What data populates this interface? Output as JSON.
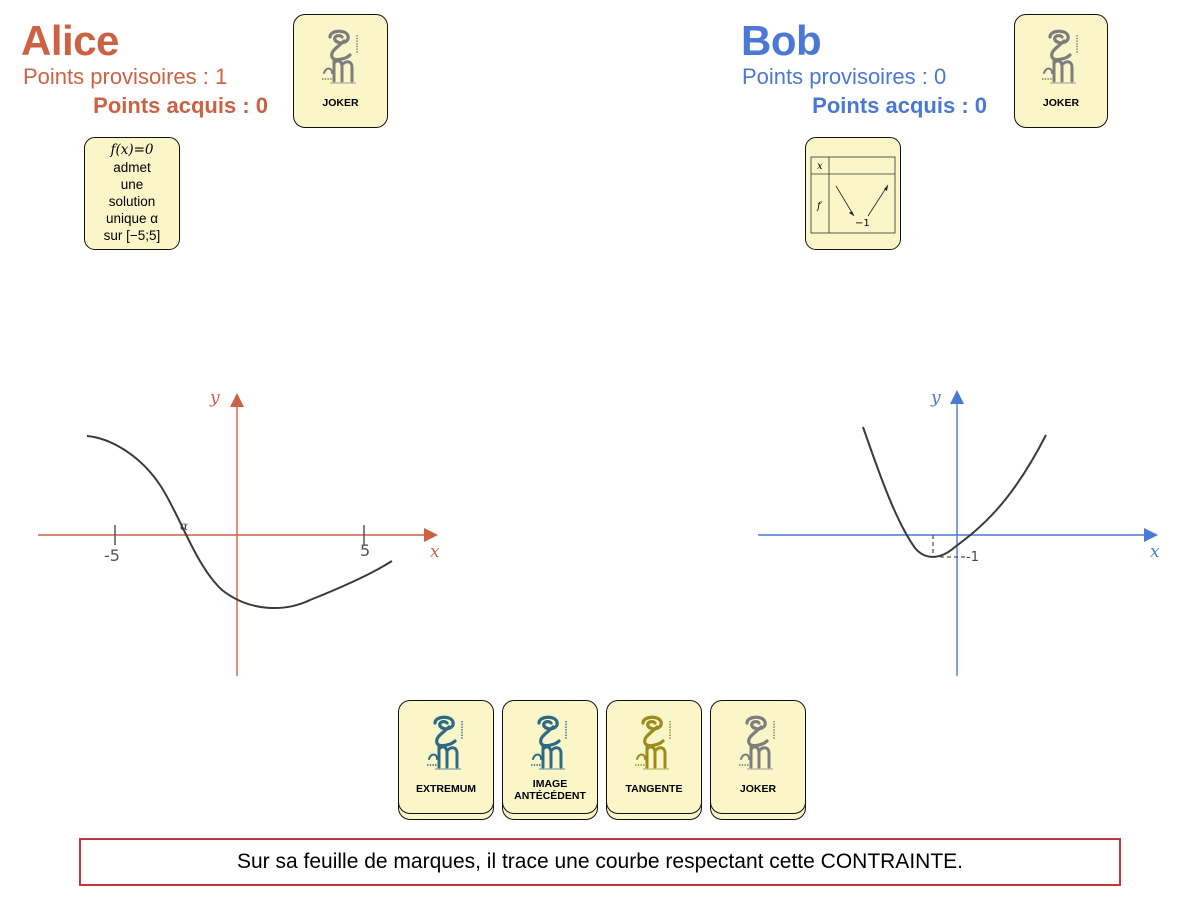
{
  "alice": {
    "name": "Alice",
    "provisional_label": "Points provisoires : 1",
    "acquired_label": "Points acquis : 0",
    "color": "#cc6244",
    "joker_card": {
      "label": "JOKER"
    },
    "constraint_card": {
      "lines": [
        "f(x)=0",
        "admet",
        "une",
        "solution",
        "unique α",
        "sur [−5;5]"
      ]
    },
    "graph": {
      "x_axis_label": "x",
      "y_axis_label": "y",
      "tick_neg": "-5",
      "tick_pos": "5",
      "root_label": "α"
    }
  },
  "bob": {
    "name": "Bob",
    "provisional_label": "Points provisoires : 0",
    "acquired_label": "Points acquis : 0",
    "color": "#4a78d4",
    "joker_card": {
      "label": "JOKER"
    },
    "variation_card": {
      "row_x": "x",
      "row_f": "f",
      "min_value": "−1"
    },
    "graph": {
      "x_axis_label": "x",
      "y_axis_label": "y",
      "min_label": "-1"
    }
  },
  "hand": {
    "cards": [
      {
        "label": "EXTREMUM",
        "logo_color": "#2d6a86"
      },
      {
        "label": "IMAGE\nANTÉCÉDENT",
        "logo_color": "#2d6a86"
      },
      {
        "label": "TANGENTE",
        "logo_color": "#9a8b1c"
      },
      {
        "label": "JOKER",
        "logo_color": "#7d7d7d"
      }
    ]
  },
  "instruction": "Sur sa feuille de marques, il trace une courbe respectant cette CONTRAINTE."
}
